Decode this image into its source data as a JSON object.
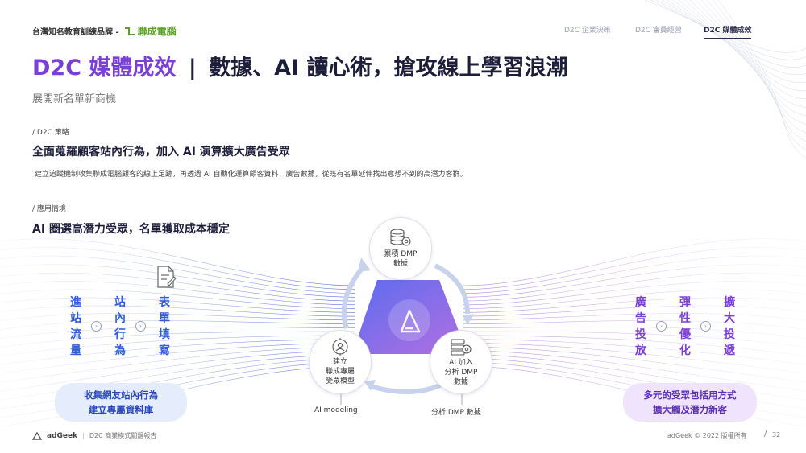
{
  "brand": {
    "text": "台灣知名教育訓練品牌 -",
    "logo_text": "聯成電腦"
  },
  "nav": {
    "tab1": "D2C 企業決策",
    "tab2": "D2C 會員經營",
    "tab3": "D2C 媒體成效"
  },
  "title": {
    "accent": "D2C 媒體成效",
    "separator": "|",
    "main": "數據、AI 讀心術，搶攻線上學習浪潮"
  },
  "subtitle": "展開新名單新商機",
  "strategy": {
    "label": "/ D2C 策略",
    "heading": "全面蒐羅顧客站內行為，加入 AI 演算擴大廣告受眾",
    "description": "建立追蹤機制收集聯成電腦顧客的線上足跡，再透過 AI 自動化運算顧客資料、廣告數據，從既有名單延伸找出意想不到的高潛力客群。"
  },
  "scenario": {
    "label": "/ 應用情境",
    "heading": "AI 圈選高潛力受眾，名單獲取成本穩定"
  },
  "left_flow": [
    "進站流量",
    "站內行為",
    "表單填寫"
  ],
  "left_pill": {
    "line1": "收集網友站內行為",
    "line2": "建立專屬資料庫"
  },
  "right_flow": [
    "廣告投放",
    "彈性優化",
    "擴大投遞"
  ],
  "right_pill": {
    "line1": "多元的受眾包括用方式",
    "line2": "擴大觸及潛力新客"
  },
  "nodes": {
    "top": {
      "line1": "累積 DMP",
      "line2": "數據"
    },
    "left": {
      "line1": "建立",
      "line2": "聯成專屬",
      "line3": "受眾模型"
    },
    "right": {
      "line1": "AI 加入",
      "line2": "分析 DMP",
      "line3": "數據"
    }
  },
  "labels": {
    "ai_modeling": "AI modeling",
    "dmp_analysis": "分析 DMP 數據"
  },
  "footer": {
    "logo": "adGeek",
    "left_text": "D2C 商業模式關鍵報告",
    "right_text": "adGeek © 2022 版權所有",
    "page_sep": "/",
    "page": "32"
  },
  "colors": {
    "accent_purple": "#7a3fd4",
    "accent_blue": "#2f5bd8",
    "brand_green": "#5aa12c"
  }
}
